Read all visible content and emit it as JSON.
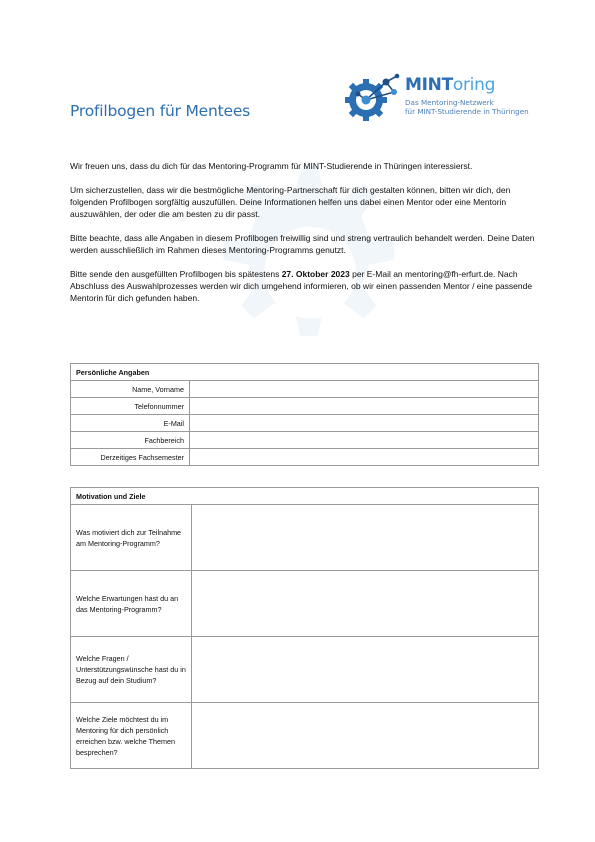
{
  "header": {
    "title": "Profilbogen für Mentees",
    "logo": {
      "name_strong": "MINT",
      "name_light": "oring",
      "tagline_1": "Das Mentoring-Netzwerk",
      "tagline_2": "für MINT-Studierende in Thüringen",
      "brand_color": "#2b6fb2",
      "accent_color": "#4aa3df"
    }
  },
  "intro": {
    "p1": "Wir freuen uns, dass du dich für das Mentoring-Programm für MINT-Studierende in Thüringen interessierst.",
    "p2": "Um sicherzustellen, dass wir die bestmögliche Mentoring-Partnerschaft für dich gestalten können, bitten wir dich, den folgenden Profilbogen sorgfältig auszufüllen. Deine Informationen helfen uns dabei einen Mentor oder eine Mentorin auszuwählen, der oder die am besten zu dir passt.",
    "p3": "Bitte beachte, dass alle Angaben in diesem Profilbogen freiwillig sind und streng vertraulich behandelt werden. Deine Daten werden ausschließlich im Rahmen dieses Mentoring-Programms genutzt.",
    "p4_a": "Bitte sende den ausgefüllten Profilbogen bis spätestens ",
    "p4_date": "27. Oktober 2023",
    "p4_b": "  per E-Mail an mentoring@fh-erfurt.de. Nach Abschluss des Auswahlprozesses werden wir dich umgehend informieren, ob wir einen passenden Mentor / eine passende Mentorin für dich gefunden haben."
  },
  "personal": {
    "heading": "Persönliche Angaben",
    "fields": [
      {
        "label": "Name, Vorname",
        "value": ""
      },
      {
        "label": "Telefonnummer",
        "value": ""
      },
      {
        "label": "E-Mail",
        "value": ""
      },
      {
        "label": "Fachbereich",
        "value": ""
      },
      {
        "label": "Derzeitiges Fachsemester",
        "value": ""
      }
    ]
  },
  "motivation": {
    "heading": "Motivation und Ziele",
    "questions": [
      {
        "label": "Was motiviert dich zur Teilnahme am Mentoring-Programm?",
        "value": ""
      },
      {
        "label": "Welche Erwartungen hast du an das Mentoring-Programm?",
        "value": ""
      },
      {
        "label": "Welche Fragen / Unterstützungswünsche hast du in Bezug auf dein Studium?",
        "value": ""
      },
      {
        "label": "Welche Ziele möchtest du im Mentoring für dich persönlich erreichen bzw. welche Themen besprechen?",
        "value": ""
      }
    ]
  }
}
